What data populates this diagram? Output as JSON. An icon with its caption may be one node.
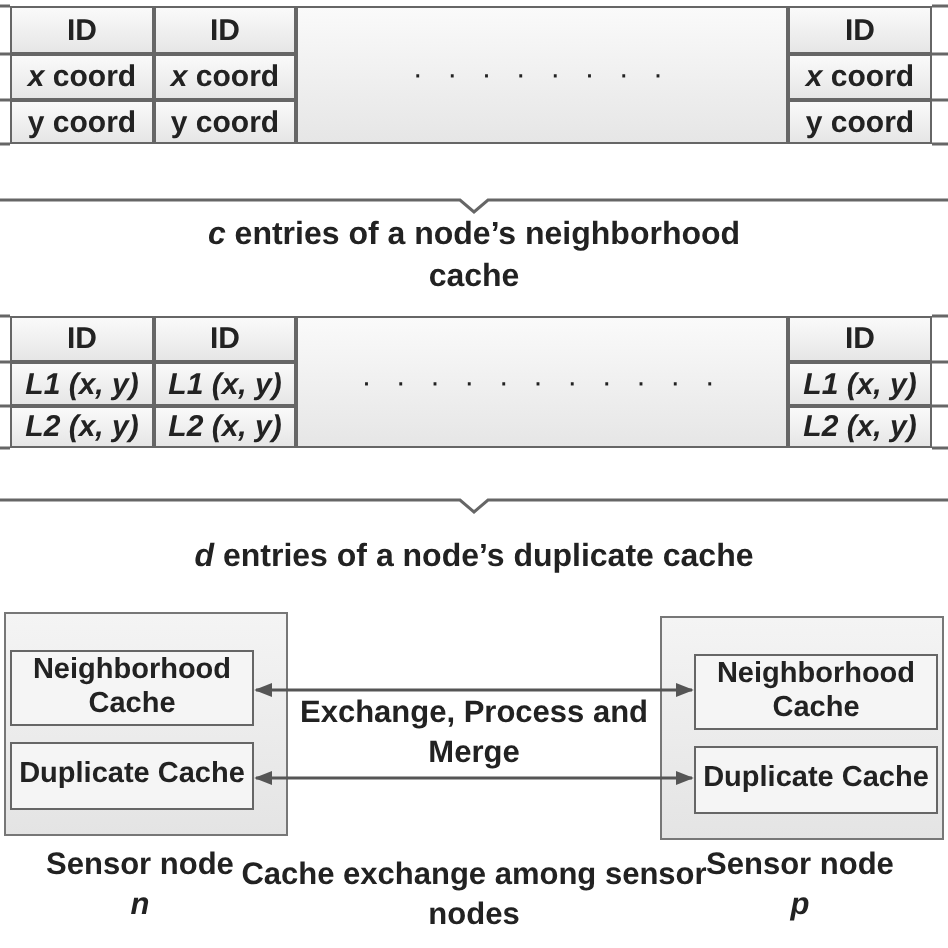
{
  "diagram": {
    "nodes": [
      {
        "text": [
          "Sensor node *n*"
        ]
      },
      {
        "text": [
          "Neighborhood Cache"
        ],
        "in": 0
      },
      {
        "text": [
          "Duplicate Cache"
        ],
        "in": 0
      },
      {
        "text": [
          "Sensor node *p*"
        ]
      },
      {
        "text": [
          "Neighborhood Cache"
        ],
        "in": 3
      },
      {
        "text": [
          "Duplicate Cache"
        ],
        "in": 3
      }
    ],
    "edges": [
      {
        "from": 1,
        "to": 4,
        "arrow": "both"
      },
      {
        "from": 2,
        "to": 5,
        "arrow": "both"
      }
    ],
    "labels": [
      "ID",
      "ID",
      "· · · · · · · ·",
      "ID",
      "*x* coord",
      "*x* coord",
      "*x* coord",
      "y coord",
      "y coord",
      "y coord",
      "*c* entries of a node’s neighborhood cache",
      "ID",
      "ID",
      "· · · · · · · · · · ·",
      "ID",
      "L1 (x, y)",
      "L1 (x, y)",
      "L1 (x, y)",
      "L2 (x, y)",
      "L2 (x, y)",
      "L2 (x, y)",
      "*d* entries of a node’s duplicate cache",
      "Exchange, Process and Merge",
      "Cache exchange among sensor nodes"
    ]
  }
}
